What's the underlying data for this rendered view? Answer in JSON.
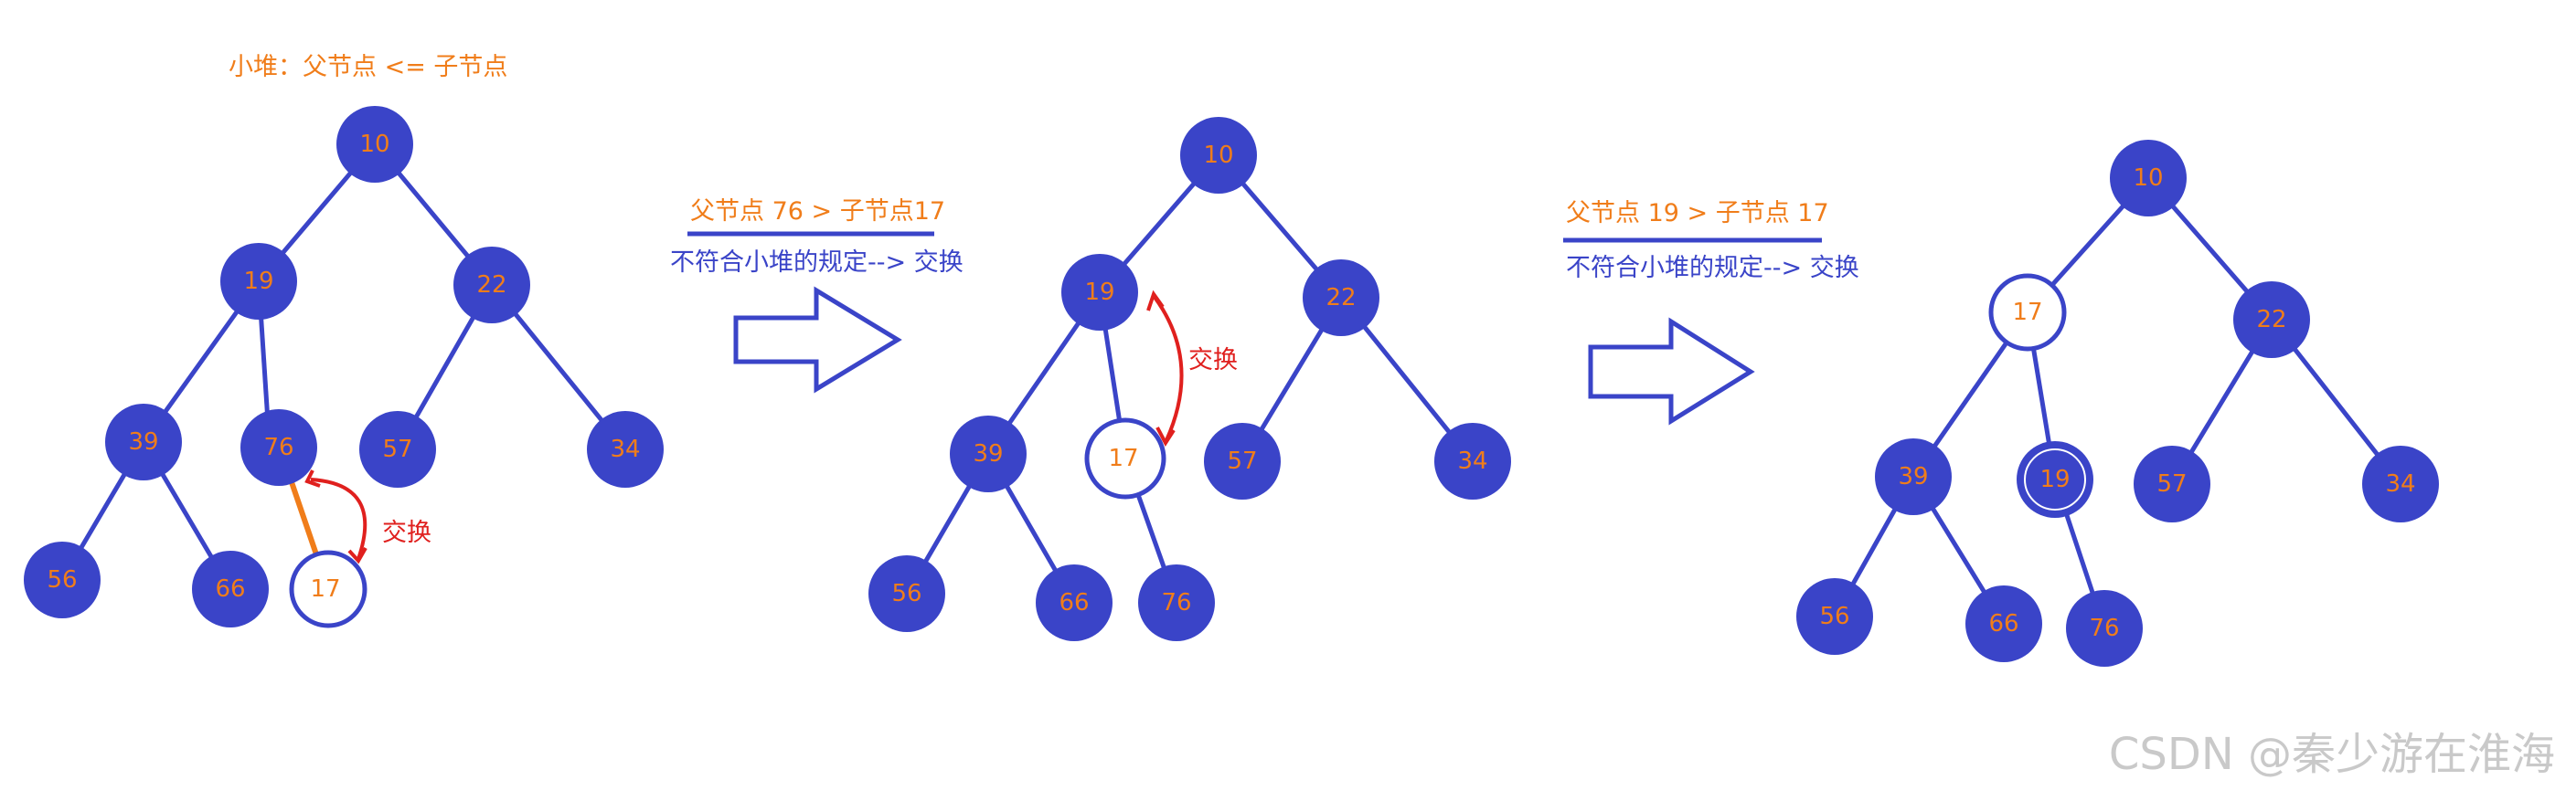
{
  "heading": "小堆：父节点 <= 子节点",
  "step1": {
    "title": "父节点 76 > 子节点17",
    "desc": "不符合小堆的规定--> 交换"
  },
  "step2": {
    "title": "父节点 19 > 子节点 17",
    "desc": "不符合小堆的规定--> 交换"
  },
  "swap_label": "交换",
  "watermark": "CSDN @秦少游在淮海",
  "colors": {
    "node_fill": "#3a44c8",
    "node_text": "#f07d1a",
    "edge": "#3a44c8",
    "highlight_edge": "#f07d1a",
    "swap_arrow": "#e0201e"
  },
  "trees": [
    {
      "nodes": [
        {
          "id": "t1-10",
          "label": "10"
        },
        {
          "id": "t1-19",
          "label": "19"
        },
        {
          "id": "t1-22",
          "label": "22"
        },
        {
          "id": "t1-39",
          "label": "39"
        },
        {
          "id": "t1-76",
          "label": "76"
        },
        {
          "id": "t1-57",
          "label": "57"
        },
        {
          "id": "t1-34",
          "label": "34"
        },
        {
          "id": "t1-56",
          "label": "56"
        },
        {
          "id": "t1-66",
          "label": "66"
        },
        {
          "id": "t1-17",
          "label": "17",
          "hollow": true
        }
      ]
    },
    {
      "nodes": [
        {
          "id": "t2-10",
          "label": "10"
        },
        {
          "id": "t2-19",
          "label": "19"
        },
        {
          "id": "t2-22",
          "label": "22"
        },
        {
          "id": "t2-39",
          "label": "39"
        },
        {
          "id": "t2-17",
          "label": "17",
          "hollow": true
        },
        {
          "id": "t2-57",
          "label": "57"
        },
        {
          "id": "t2-34",
          "label": "34"
        },
        {
          "id": "t2-56",
          "label": "56"
        },
        {
          "id": "t2-66",
          "label": "66"
        },
        {
          "id": "t2-76",
          "label": "76"
        }
      ]
    },
    {
      "nodes": [
        {
          "id": "t3-10",
          "label": "10"
        },
        {
          "id": "t3-17",
          "label": "17",
          "hollow": true
        },
        {
          "id": "t3-22",
          "label": "22"
        },
        {
          "id": "t3-39",
          "label": "39"
        },
        {
          "id": "t3-19",
          "label": "19"
        },
        {
          "id": "t3-57",
          "label": "57"
        },
        {
          "id": "t3-34",
          "label": "34"
        },
        {
          "id": "t3-56",
          "label": "56"
        },
        {
          "id": "t3-66",
          "label": "66"
        },
        {
          "id": "t3-76",
          "label": "76"
        }
      ]
    }
  ]
}
